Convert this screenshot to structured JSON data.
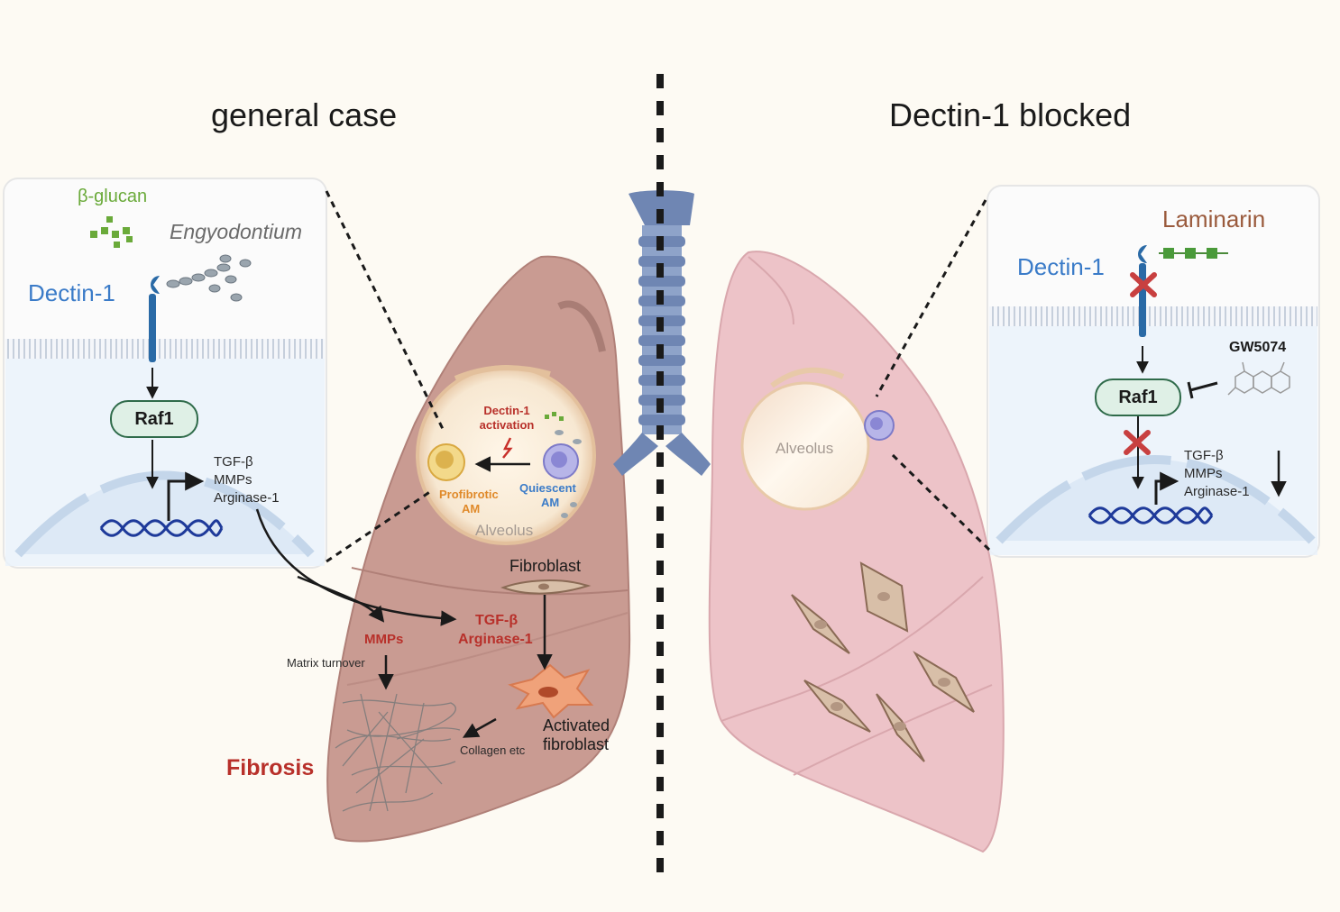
{
  "titles": {
    "left": "general case",
    "right": "Dectin-1 blocked"
  },
  "left_panel": {
    "beta_glucan": "β-glucan",
    "organism": "Engyodontium",
    "receptor": "Dectin-1",
    "kinase": "Raf1",
    "genes": [
      "TGF-β",
      "MMPs",
      "Arginase-1"
    ]
  },
  "right_panel": {
    "ligand": "Laminarin",
    "receptor": "Dectin-1",
    "inhibitor": "GW5074",
    "kinase": "Raf1",
    "genes": [
      "TGF-β",
      "MMPs",
      "Arginase-1"
    ]
  },
  "alveolus_left": {
    "activation": [
      "Dectin-1",
      "activation"
    ],
    "profibrotic": [
      "Profibrotic",
      "AM"
    ],
    "quiescent": [
      "Quiescent",
      "AM"
    ],
    "label": "Alveolus"
  },
  "alveolus_right": {
    "label": "Alveolus"
  },
  "lung_left": {
    "fibroblast": "Fibroblast",
    "tgf": "TGF-β",
    "arginase": "Arginase-1",
    "mmps": "MMPs",
    "matrix": "Matrix turnover",
    "collagen": "Collagen etc",
    "activated": [
      "Activated",
      "fibroblast"
    ],
    "fibrosis": "Fibrosis"
  },
  "colors": {
    "background": "#fdfaf3",
    "lung_left": "#c99b92",
    "lung_right": "#edc3c8",
    "trachea": "#6f86b3",
    "receptor_blue": "#3a7bc8",
    "fibrosis_red": "#b8302a",
    "raf_fill": "#dff0e6",
    "raf_border": "#2f6b4a"
  }
}
